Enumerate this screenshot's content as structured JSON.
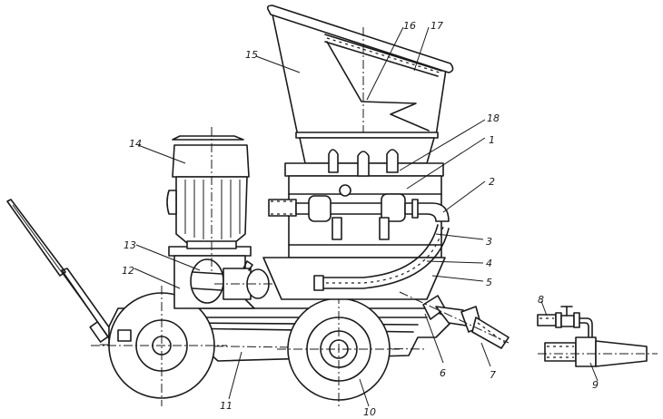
{
  "diagram": {
    "type": "technical-line-drawing",
    "subject": "shotcrete / concrete spraying machine on wheeled chassis",
    "callouts": {
      "c1": "1",
      "c2": "2",
      "c3": "3",
      "c4": "4",
      "c5": "5",
      "c6": "6",
      "c7": "7",
      "c8": "8",
      "c9": "9",
      "c10": "10",
      "c11": "11",
      "c12": "12",
      "c13": "13",
      "c14": "14",
      "c15": "15",
      "c16": "16",
      "c17": "17",
      "c18": "18"
    },
    "colors": {
      "ink": "#1a1a1a",
      "paper": "#ffffff"
    }
  }
}
